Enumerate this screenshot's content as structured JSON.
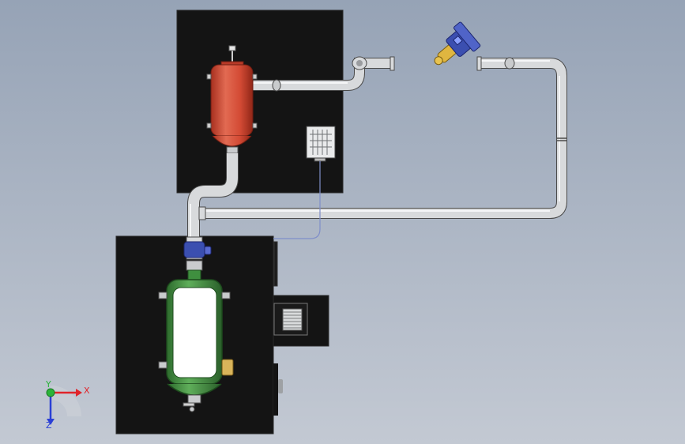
{
  "viewport": {
    "background_top": "#96a3b6",
    "background_bottom": "#c3c9d3"
  },
  "colors": {
    "panel": "#141414",
    "pipe": "#d8dadc",
    "pipe_edge": "#4a4a4a",
    "red_vessel": "#d8533f",
    "green_vessel": "#3f8f3f",
    "valve_blue": "#3b4fb0",
    "valve_gold": "#e0b640",
    "axis_x": "#e0242a",
    "axis_y": "#2bb43a",
    "axis_z": "#2a3fd6"
  },
  "triad": {
    "x_label": "X",
    "y_label": "Y",
    "z_label": "Z"
  }
}
